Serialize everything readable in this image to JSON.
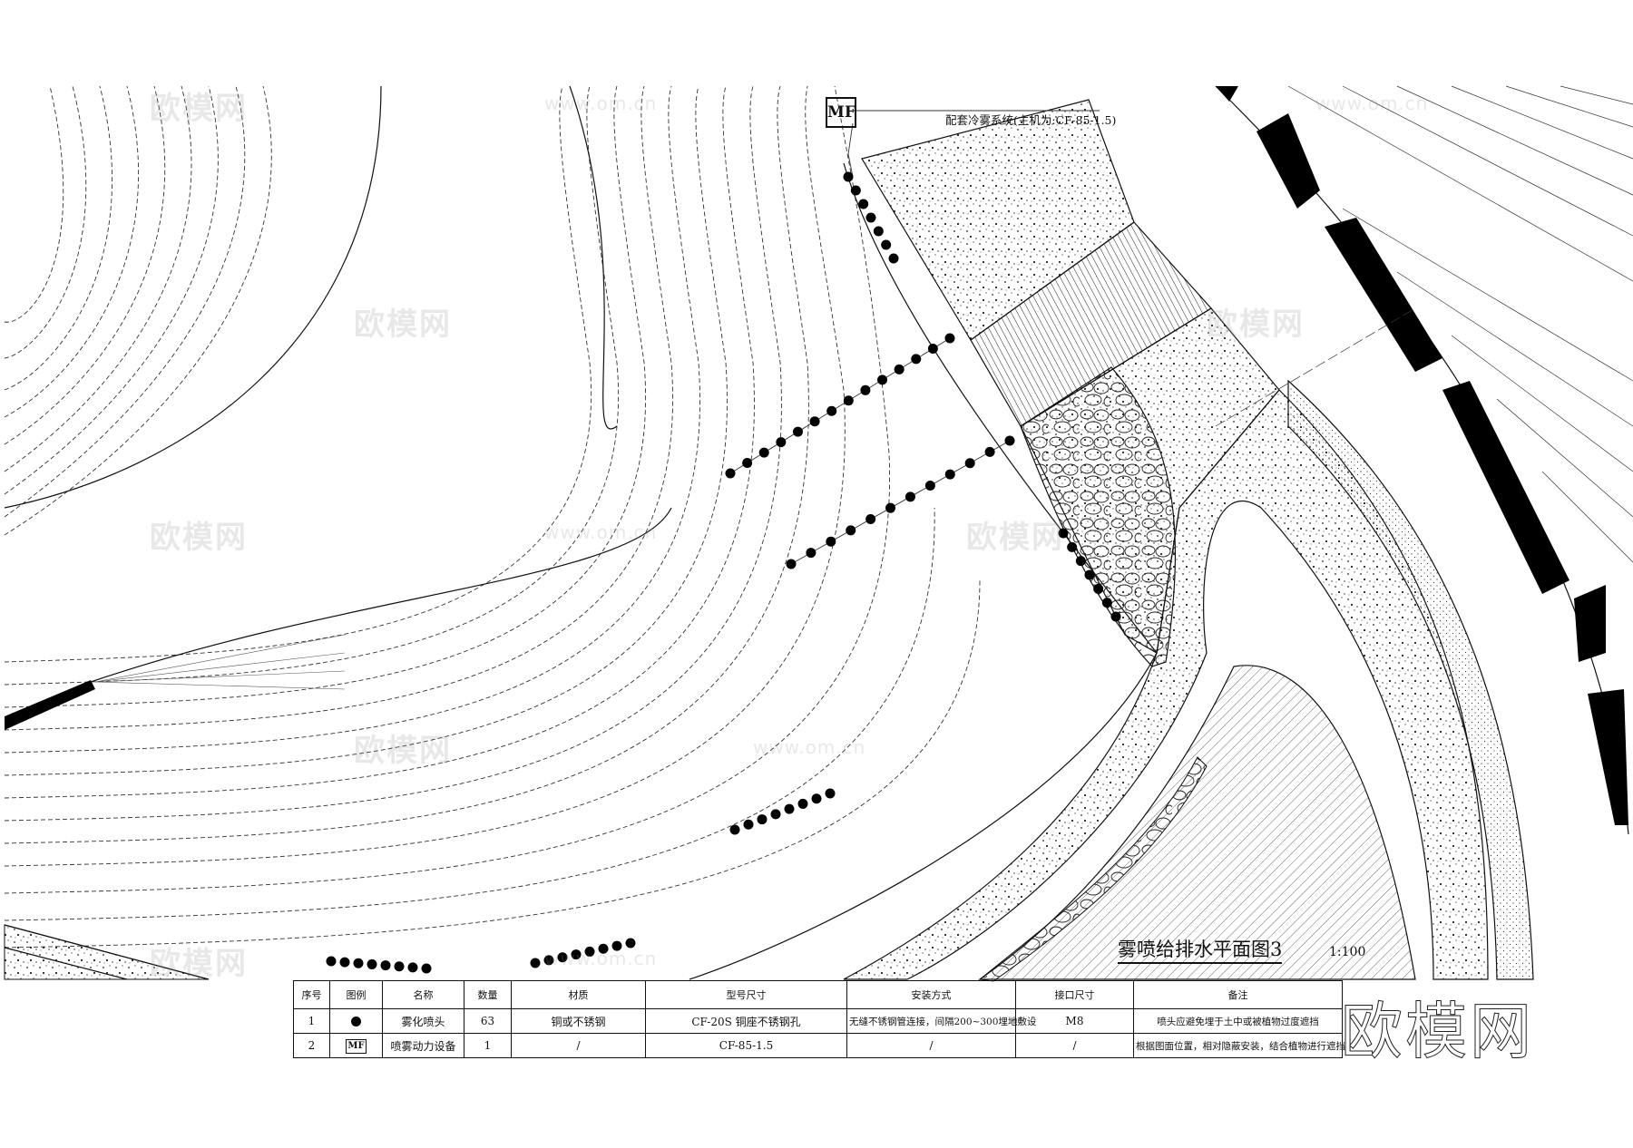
{
  "drawing": {
    "title": "雾喷给排水平面图3",
    "scale": "1:100",
    "mf_tag": "MF",
    "mf_note": "配套冷雾系统(主机为:CF-85-1.5)"
  },
  "watermark": {
    "brand": "欧模网",
    "url": "www.om.cn"
  },
  "legend_table": {
    "headers": [
      "序号",
      "图例",
      "名称",
      "数量",
      "材质",
      "型号尺寸",
      "安装方式",
      "接口尺寸",
      "备注"
    ],
    "rows": [
      {
        "no": "1",
        "symbol": "mist-nozzle-dot",
        "name": "雾化喷头",
        "qty": "63",
        "material": "铜或不锈钢",
        "model": "CF-20S 铜座不锈钢孔",
        "install": "无缝不锈钢管连接，间隔200~300埋地敷设",
        "port": "M8",
        "note": "喷头应避免埋于土中或被植物过度遮挡"
      },
      {
        "no": "2",
        "symbol_text": "MF",
        "name": "喷雾动力设备",
        "qty": "1",
        "material": "/",
        "model": "CF-85-1.5",
        "install": "/",
        "port": "/",
        "note": "根据图面位置，相对隐蔽安装，结合植物进行遮挡"
      }
    ]
  },
  "colors": {
    "line": "#111111",
    "watermark": "#969696"
  }
}
